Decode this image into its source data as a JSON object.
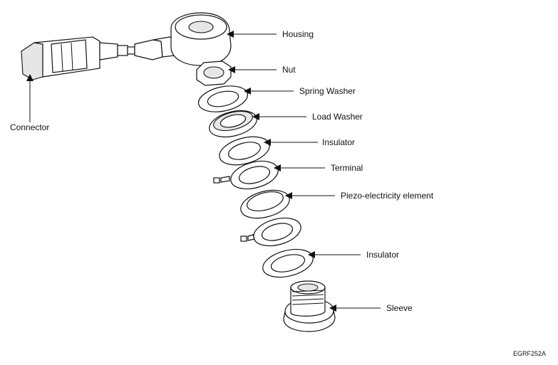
{
  "figure": {
    "labels": {
      "housing": "Housing",
      "nut": "Nut",
      "spring_washer": "Spring Washer",
      "load_washer": "Load Washer",
      "insulator_upper": "Insulator",
      "terminal": "Terminal",
      "piezo_element": "Piezo-electricity element",
      "insulator_lower": "Insulator",
      "sleeve": "Sleeve",
      "connector": "Connector"
    },
    "figure_code": "EGRF252A"
  }
}
